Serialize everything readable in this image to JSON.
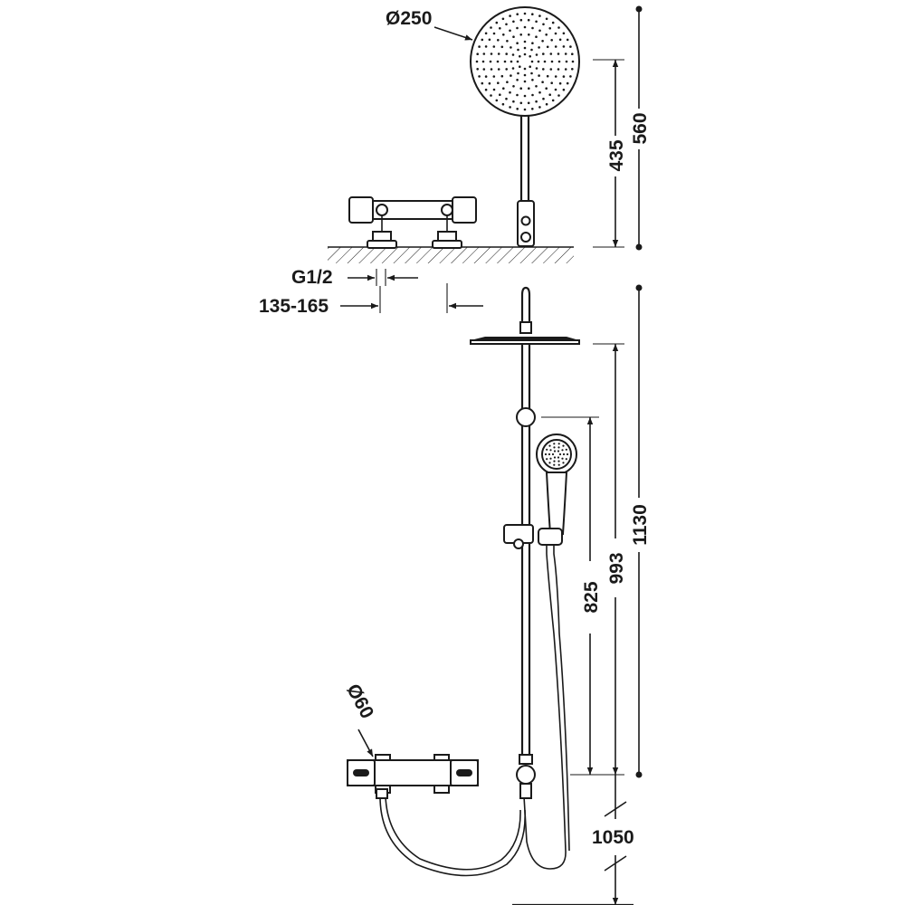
{
  "dimensions": {
    "shower_head_diameter": "Ø250",
    "head_height_435": "435",
    "overall_top_560": "560",
    "thread_size": "G1/2",
    "inlet_spacing": "135-165",
    "height_1130": "1130",
    "height_993": "993",
    "height_825": "825",
    "mixer_diameter": "Ø60",
    "floor_height_1050": "1050"
  }
}
